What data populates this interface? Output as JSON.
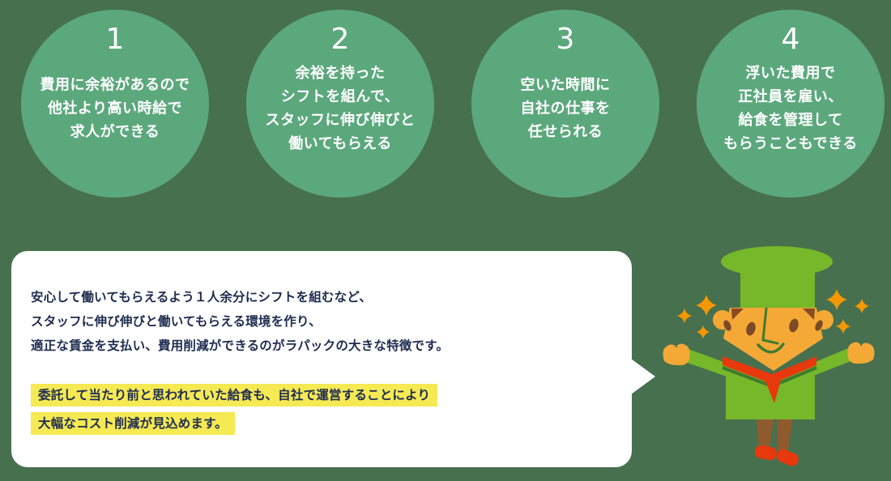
{
  "steps": [
    {
      "number": "1",
      "lines": [
        "費用に余裕があるので",
        "他社より高い時給で",
        "求人ができる"
      ]
    },
    {
      "number": "2",
      "lines": [
        "余裕を持った",
        "シフトを組んで、",
        "スタッフに伸び伸びと",
        "働いてもらえる"
      ]
    },
    {
      "number": "3",
      "lines": [
        "空いた時間に",
        "自社の仕事を",
        "任せられる"
      ]
    },
    {
      "number": "4",
      "lines": [
        "浮いた費用で",
        "正社員を雇い、",
        "給食を管理して",
        "もらうこともできる"
      ]
    }
  ],
  "speech_bubble": {
    "paragraph_lines": [
      "安心して働いてもらえるよう１人余分にシフトを組むなど、",
      "スタッフに伸び伸びと働いてもらえる環境を作り、",
      "適正な賃金を支払い、費用削減ができるのがラパックの大きな特徴です。"
    ],
    "highlight_lines": [
      "委託して当たり前と思われていた給食も、自社で運営することにより",
      "大幅なコスト削減が見込めます。"
    ]
  },
  "mascot": {
    "description": "chef-character"
  },
  "colors": {
    "background": "#47704E",
    "circle_fill": "#5CA87D",
    "circle_text": "#FFFFFF",
    "bubble_bg": "#FFFFFF",
    "bubble_text": "#1E2C50",
    "highlight_bg": "#F5E954",
    "mascot_green": "#76B82A",
    "mascot_orange": "#F4A937",
    "mascot_sparkle": "#F39800",
    "mascot_red": "#E8380D",
    "mascot_brown": "#8F5B2E",
    "mascot_eye_brown": "#7B4A26",
    "mascot_dark_line": "#3E7B2F"
  }
}
